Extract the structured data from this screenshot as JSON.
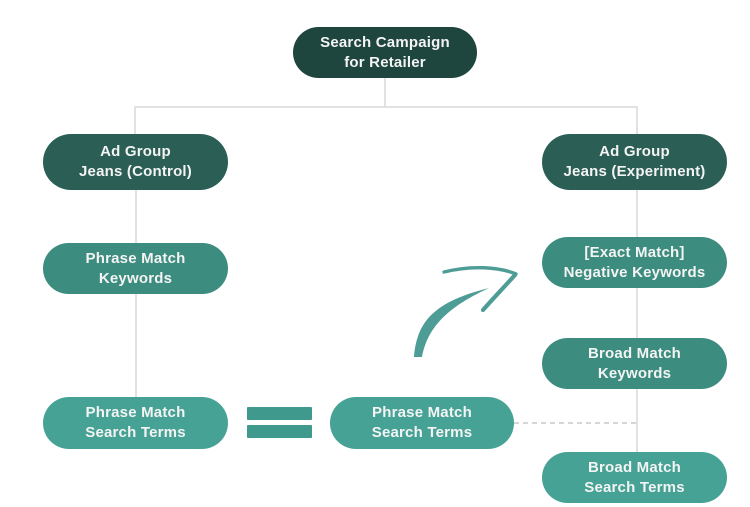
{
  "diagram": {
    "nodes": {
      "campaign": {
        "label": "Search Campaign\nfor Retailer"
      },
      "adgroup_control": {
        "label": "Ad Group\nJeans (Control)"
      },
      "adgroup_experiment": {
        "label": "Ad Group\nJeans (Experiment)"
      },
      "phrase_match_keywords": {
        "label": "Phrase Match\nKeywords"
      },
      "exact_match_negative_keywords": {
        "label": "[Exact Match]\nNegative Keywords"
      },
      "broad_match_keywords": {
        "label": "Broad Match\nKeywords"
      },
      "phrase_match_search_terms_left": {
        "label": "Phrase Match\nSearch Terms"
      },
      "phrase_match_search_terms_middle": {
        "label": "Phrase Match\nSearch Terms"
      },
      "broad_match_search_terms": {
        "label": "Broad Match\nSearch Terms"
      }
    },
    "symbols": {
      "equals_sign": "=",
      "curved_arrow": "hand-drawn curved arrow pointing from middle Phrase Match Search Terms toward [Exact Match] Negative Keywords"
    },
    "colors": {
      "node_darkest": "#1f463e",
      "node_dark": "#2b5e54",
      "node_medium": "#3c8c7f",
      "node_light": "#47a296",
      "equals": "#3f998d",
      "arrow": "#4d9c95",
      "connector_line": "#d9d9d9",
      "dashed_line": "#c9c9c9",
      "text": "#f3f4f3",
      "background": "#ffffff"
    }
  }
}
